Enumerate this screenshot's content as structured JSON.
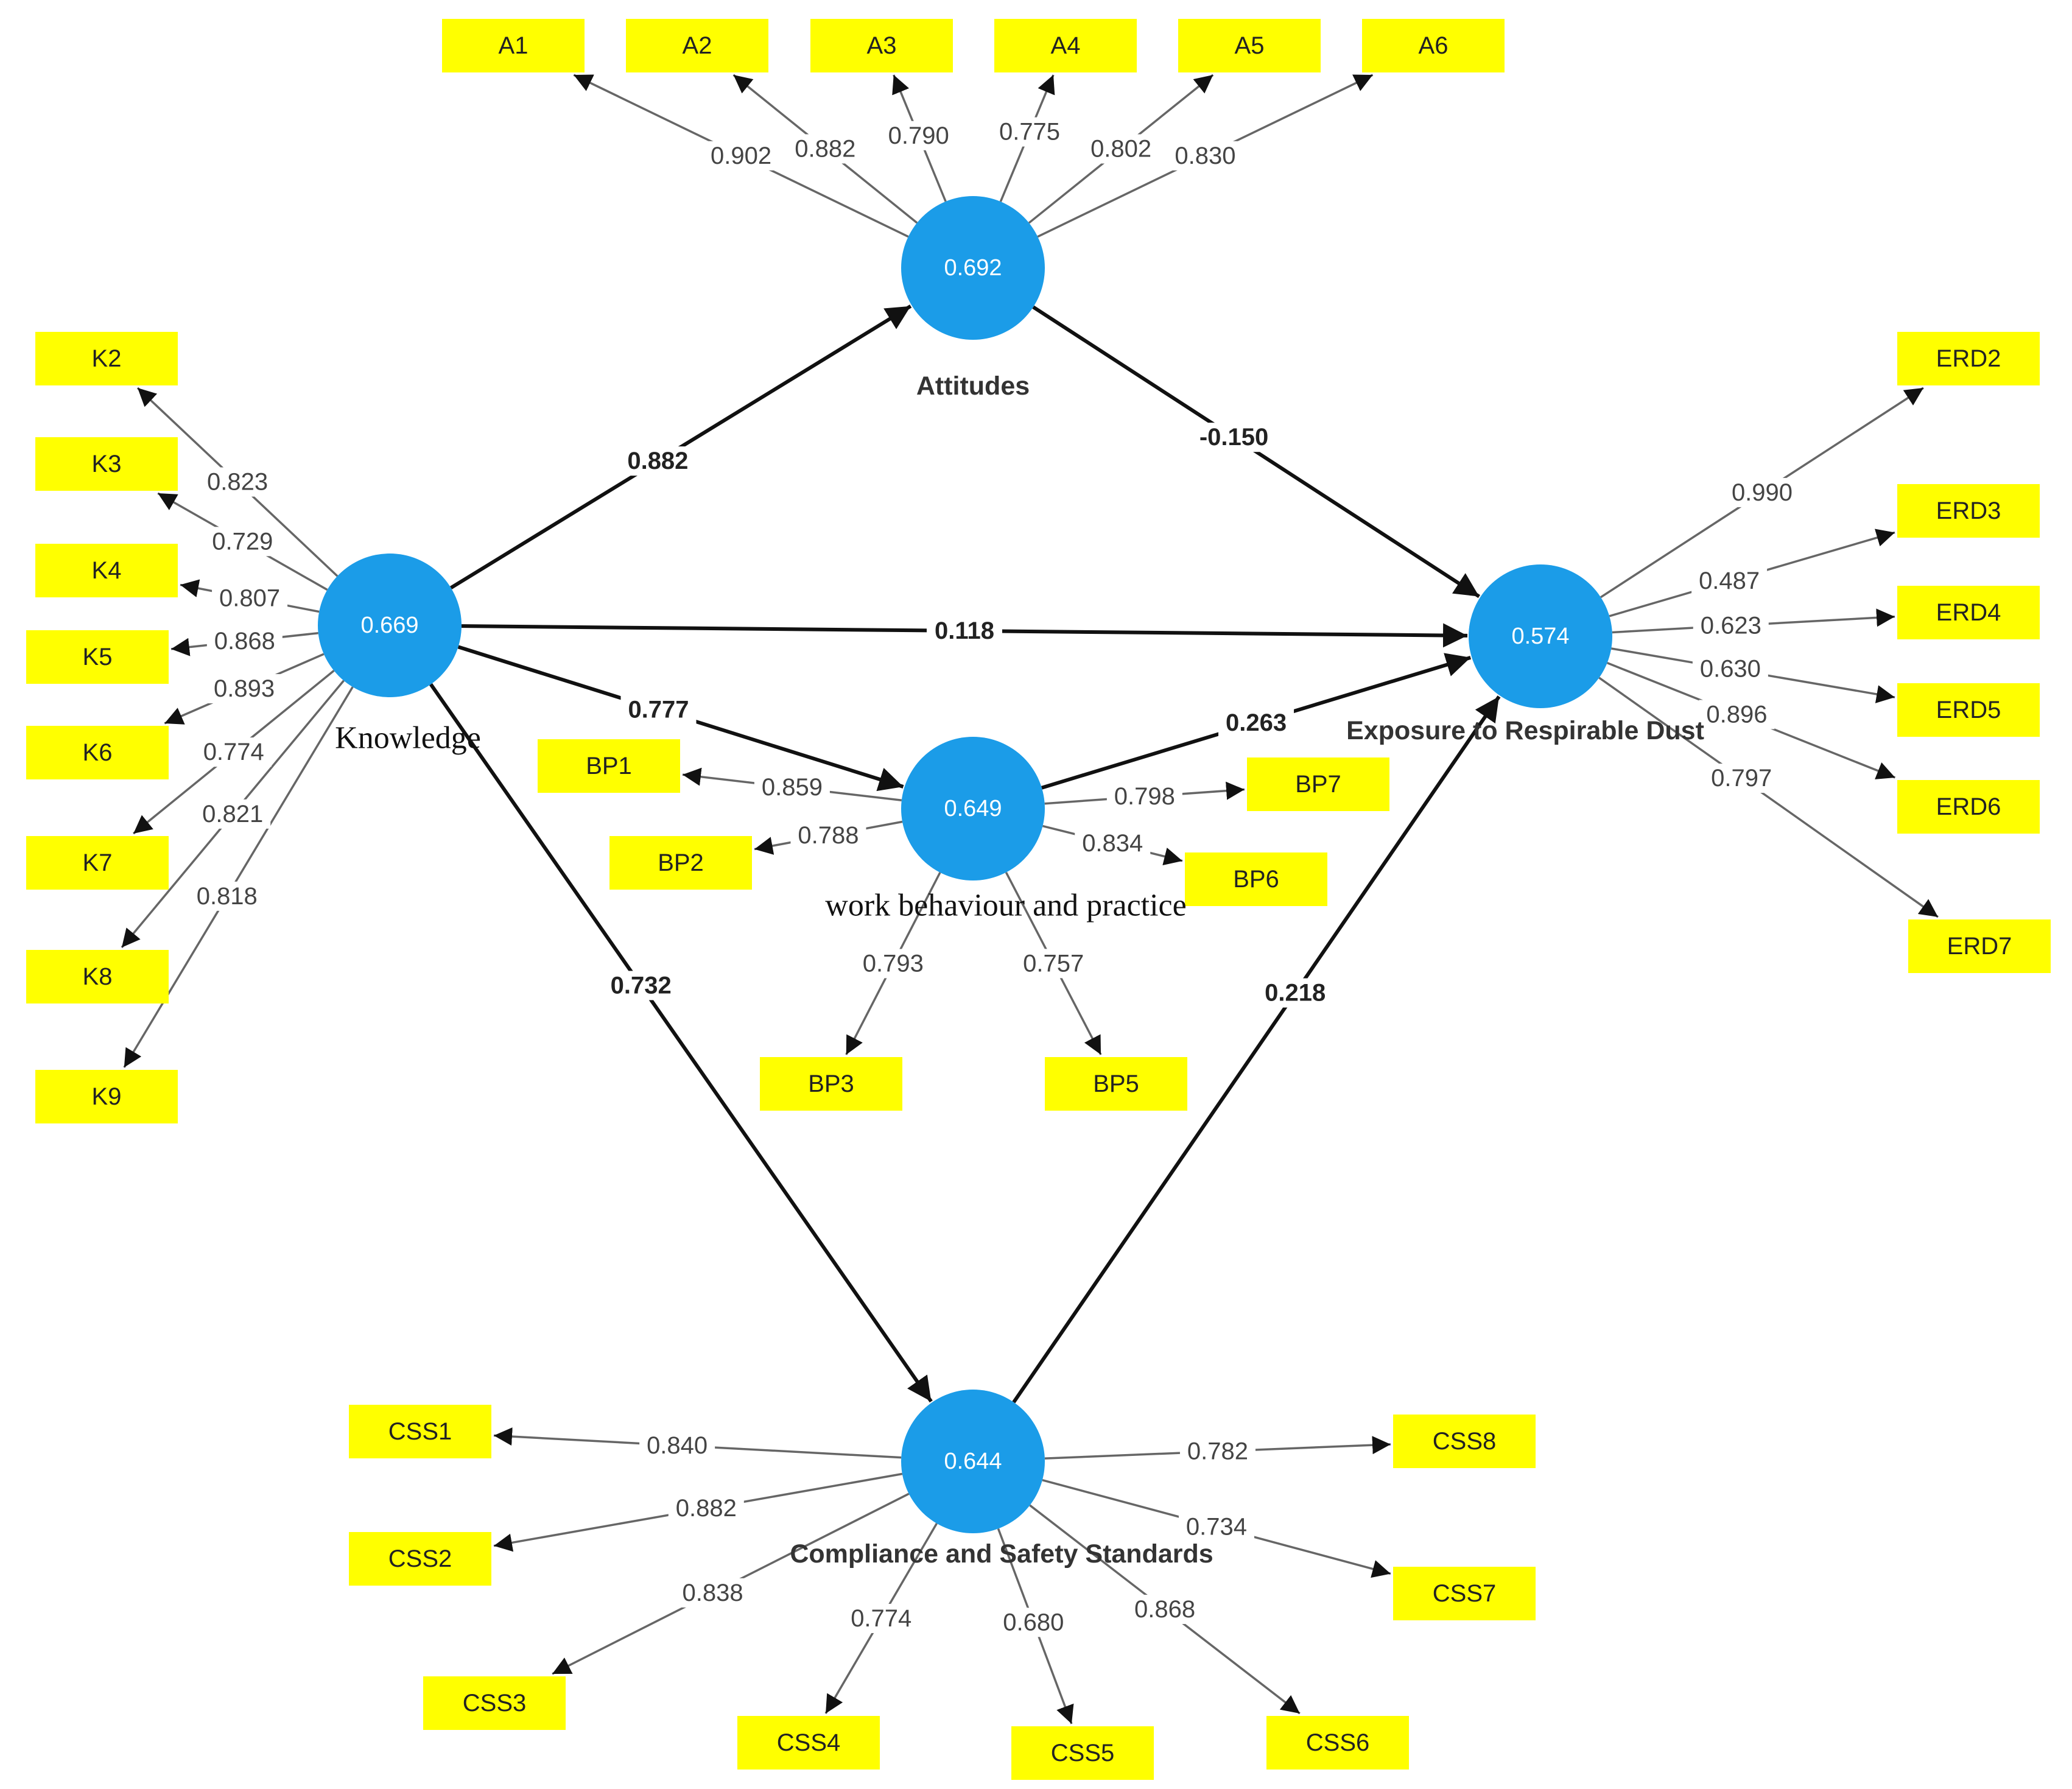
{
  "latents": [
    {
      "id": "knowledge",
      "label": "Knowledge",
      "value": "0.669",
      "font": "serif"
    },
    {
      "id": "attitudes",
      "label": "Attitudes",
      "value": "0.692",
      "font": "sans"
    },
    {
      "id": "exposure",
      "label": "Exposure to Respirable Dust",
      "value": "0.574",
      "font": "sans"
    },
    {
      "id": "work",
      "label": "work behaviour and practice",
      "value": "0.649",
      "font": "serif"
    },
    {
      "id": "compliance",
      "label": "Compliance and Safety Standards",
      "value": "0.644",
      "font": "sans"
    }
  ],
  "indicators": [
    {
      "label": "A1",
      "latent": "attitudes",
      "loading": "0.902"
    },
    {
      "label": "A2",
      "latent": "attitudes",
      "loading": "0.882"
    },
    {
      "label": "A3",
      "latent": "attitudes",
      "loading": "0.790"
    },
    {
      "label": "A4",
      "latent": "attitudes",
      "loading": "0.775"
    },
    {
      "label": "A5",
      "latent": "attitudes",
      "loading": "0.802"
    },
    {
      "label": "A6",
      "latent": "attitudes",
      "loading": "0.830"
    },
    {
      "label": "K2",
      "latent": "knowledge",
      "loading": "0.823"
    },
    {
      "label": "K3",
      "latent": "knowledge",
      "loading": "0.729"
    },
    {
      "label": "K4",
      "latent": "knowledge",
      "loading": "0.807"
    },
    {
      "label": "K5",
      "latent": "knowledge",
      "loading": "0.868"
    },
    {
      "label": "K6",
      "latent": "knowledge",
      "loading": "0.893"
    },
    {
      "label": "K7",
      "latent": "knowledge",
      "loading": "0.774"
    },
    {
      "label": "K8",
      "latent": "knowledge",
      "loading": "0.821"
    },
    {
      "label": "K9",
      "latent": "knowledge",
      "loading": "0.818"
    },
    {
      "label": "ERD2",
      "latent": "exposure",
      "loading": "0.990"
    },
    {
      "label": "ERD3",
      "latent": "exposure",
      "loading": "0.487"
    },
    {
      "label": "ERD4",
      "latent": "exposure",
      "loading": "0.623"
    },
    {
      "label": "ERD5",
      "latent": "exposure",
      "loading": "0.630"
    },
    {
      "label": "ERD6",
      "latent": "exposure",
      "loading": "0.896"
    },
    {
      "label": "ERD7",
      "latent": "exposure",
      "loading": "0.797"
    },
    {
      "label": "BP1",
      "latent": "work",
      "loading": "0.859"
    },
    {
      "label": "BP2",
      "latent": "work",
      "loading": "0.788"
    },
    {
      "label": "BP3",
      "latent": "work",
      "loading": "0.793"
    },
    {
      "label": "BP5",
      "latent": "work",
      "loading": "0.757"
    },
    {
      "label": "BP6",
      "latent": "work",
      "loading": "0.834"
    },
    {
      "label": "BP7",
      "latent": "work",
      "loading": "0.798"
    },
    {
      "label": "CSS1",
      "latent": "compliance",
      "loading": "0.840"
    },
    {
      "label": "CSS2",
      "latent": "compliance",
      "loading": "0.882"
    },
    {
      "label": "CSS3",
      "latent": "compliance",
      "loading": "0.838"
    },
    {
      "label": "CSS4",
      "latent": "compliance",
      "loading": "0.774"
    },
    {
      "label": "CSS5",
      "latent": "compliance",
      "loading": "0.680"
    },
    {
      "label": "CSS6",
      "latent": "compliance",
      "loading": "0.868"
    },
    {
      "label": "CSS7",
      "latent": "compliance",
      "loading": "0.734"
    },
    {
      "label": "CSS8",
      "latent": "compliance",
      "loading": "0.782"
    }
  ],
  "paths": [
    {
      "from": "knowledge",
      "to": "attitudes",
      "coef": "0.882"
    },
    {
      "from": "attitudes",
      "to": "exposure",
      "coef": "-0.150"
    },
    {
      "from": "knowledge",
      "to": "exposure",
      "coef": "0.118"
    },
    {
      "from": "knowledge",
      "to": "work",
      "coef": "0.777"
    },
    {
      "from": "work",
      "to": "exposure",
      "coef": "0.263"
    },
    {
      "from": "knowledge",
      "to": "compliance",
      "coef": "0.732"
    },
    {
      "from": "compliance",
      "to": "exposure",
      "coef": "0.218"
    }
  ],
  "colors": {
    "indicator_fill": "#ffff00",
    "latent_fill": "#1b9ce8",
    "path_stroke": "#111111",
    "loading_stroke": "#666666"
  }
}
